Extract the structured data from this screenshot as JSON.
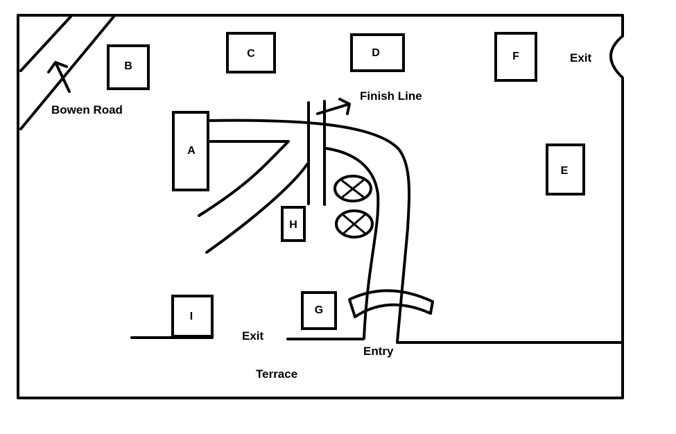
{
  "buildings": {
    "a": "A",
    "b": "B",
    "c": "C",
    "d": "D",
    "e": "E",
    "f": "F",
    "g": "G",
    "h": "H",
    "i": "I"
  },
  "labels": {
    "bowen_road": "Bowen Road",
    "finish_line": "Finish Line",
    "exit_right": "Exit",
    "exit_bottom": "Exit",
    "entry": "Entry",
    "terrace": "Terrace"
  }
}
